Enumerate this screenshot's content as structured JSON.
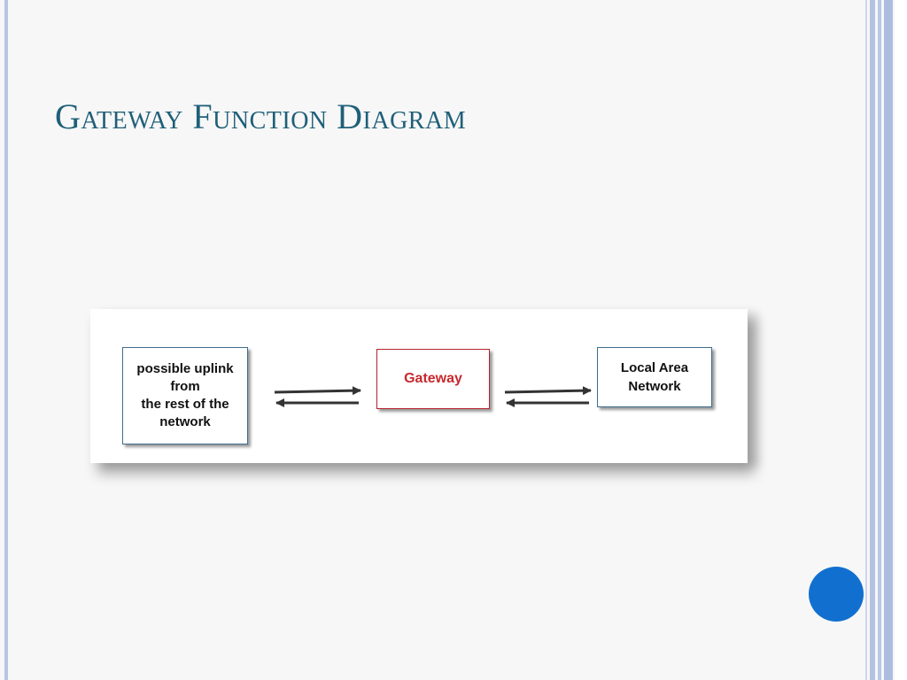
{
  "slide": {
    "title": "Gateway Function Diagram"
  },
  "diagram": {
    "nodes": {
      "uplink": "possible uplink\nfrom\nthe rest of the\nnetwork",
      "gateway": "Gateway",
      "lan": "Local Area\nNetwork"
    },
    "edges": [
      {
        "from": "uplink",
        "to": "gateway",
        "direction": "bidirectional"
      },
      {
        "from": "gateway",
        "to": "lan",
        "direction": "bidirectional"
      }
    ]
  },
  "colors": {
    "title": "#1f5f78",
    "node_border": "#3d6e8c",
    "gateway_border": "#b6232a",
    "gateway_text": "#c8282d",
    "arrow": "#333333",
    "accent_dot": "#1170cf",
    "rail": "#aebddf"
  }
}
